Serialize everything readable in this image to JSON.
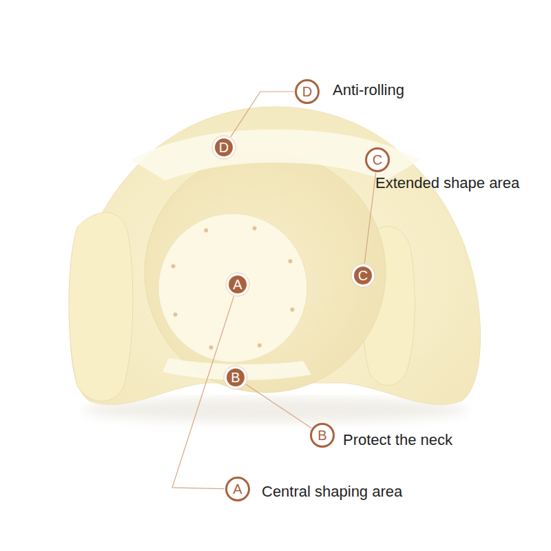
{
  "diagram": {
    "nodes": [
      {
        "text": [
          "D"
        ]
      },
      {
        "text": [
          "D"
        ]
      },
      {
        "text": [
          "C"
        ]
      },
      {
        "text": [
          "C"
        ]
      },
      {
        "text": [
          "A"
        ]
      },
      {
        "text": [
          "B"
        ]
      },
      {
        "text": [
          "B"
        ]
      },
      {
        "text": [
          "A"
        ]
      }
    ],
    "edges": [
      {
        "from": 0,
        "to": 1,
        "arrow": "none"
      },
      {
        "from": 2,
        "to": 3,
        "arrow": "none"
      },
      {
        "from": 5,
        "to": 6,
        "arrow": "none"
      },
      {
        "from": 4,
        "to": 7,
        "arrow": "none"
      }
    ],
    "labels": [
      "Anti-rolling",
      "Extended shape area",
      "Protect the neck",
      "Central shaping area"
    ]
  }
}
